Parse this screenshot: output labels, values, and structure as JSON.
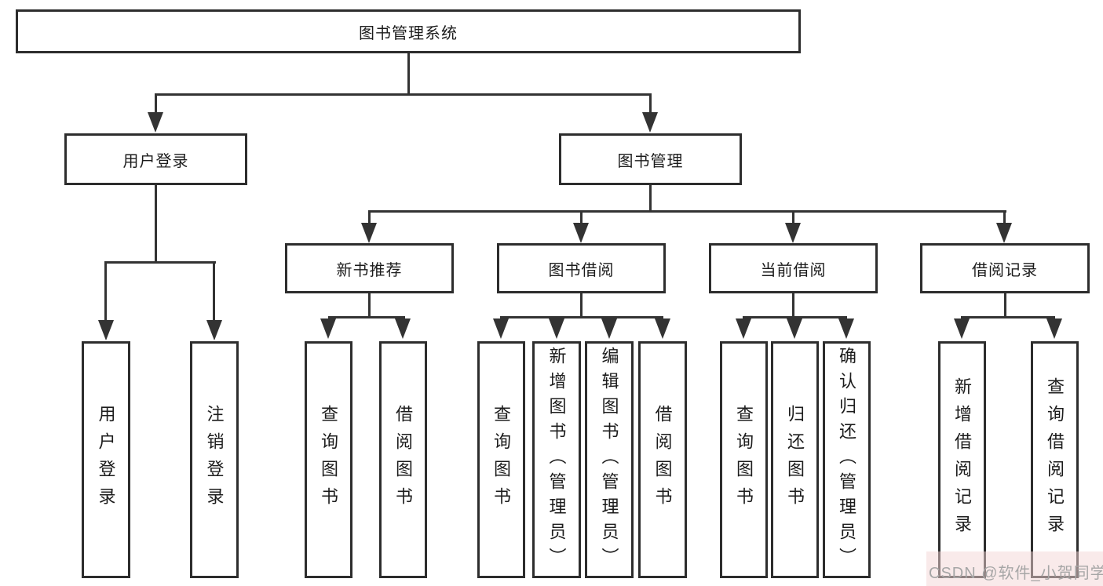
{
  "diagram": {
    "title": "图书管理系统",
    "watermark": "CSDN @软件_小贺同学",
    "colors": {
      "background": "#ffffff",
      "box_border": "#2d2d2d",
      "connector": "#333333",
      "text": "#1c1c1c",
      "watermark": "#a6a6a6"
    },
    "nodes": {
      "root": "图书管理系统",
      "user_login": "用户登录",
      "book_management": "图书管理",
      "new_book_recommend": "新书推荐",
      "book_borrow": "图书借阅",
      "current_borrow": "当前借阅",
      "borrow_records": "借阅记录",
      "leaf_user_login": "用户登录",
      "leaf_logout": "注销登录",
      "leaf_nb_query_books": "查询图书",
      "leaf_nb_borrow_books": "借阅图书",
      "leaf_bb_query_books": "查询图书",
      "leaf_bb_add_books": "新增图书（管理员）",
      "leaf_bb_edit_books": "编辑图书（管理员）",
      "leaf_bb_borrow_books": "借阅图书",
      "leaf_cb_query_books": "查询图书",
      "leaf_cb_return_books": "归还图书",
      "leaf_cb_confirm_return": "确认归还（管理员）",
      "leaf_br_add_record": "新增借阅记录",
      "leaf_br_query_record": "查询借阅记录"
    }
  }
}
